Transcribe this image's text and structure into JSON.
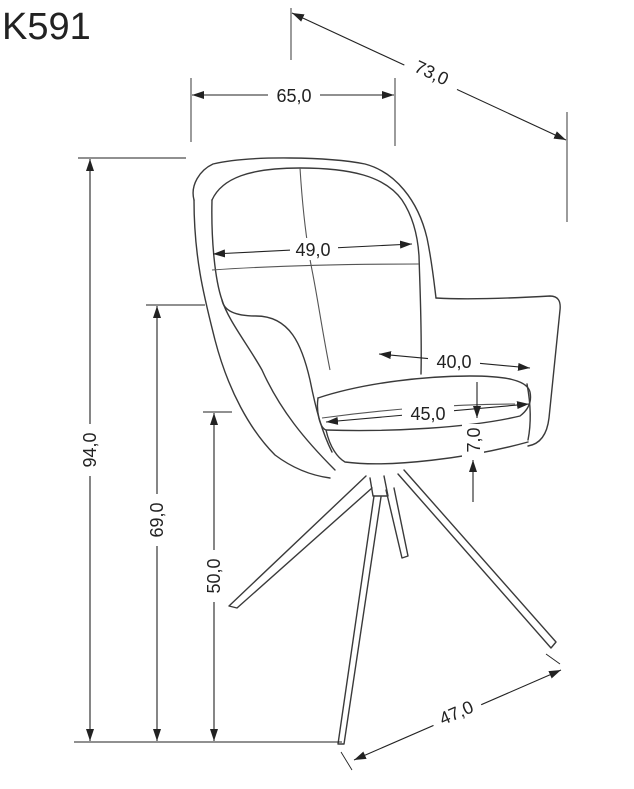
{
  "model": "K591",
  "dimensions": {
    "overall_depth": "73,0",
    "overall_width": "65,0",
    "seat_back_width": "49,0",
    "seat_depth": "40,0",
    "seat_width": "45,0",
    "seat_cushion": "7,0",
    "overall_height": "94,0",
    "armrest_height": "69,0",
    "seat_height": "50,0",
    "base_width": "47,0"
  },
  "colors": {
    "line": "#3a3a3a",
    "dimension": "#222222",
    "background": "#ffffff"
  }
}
